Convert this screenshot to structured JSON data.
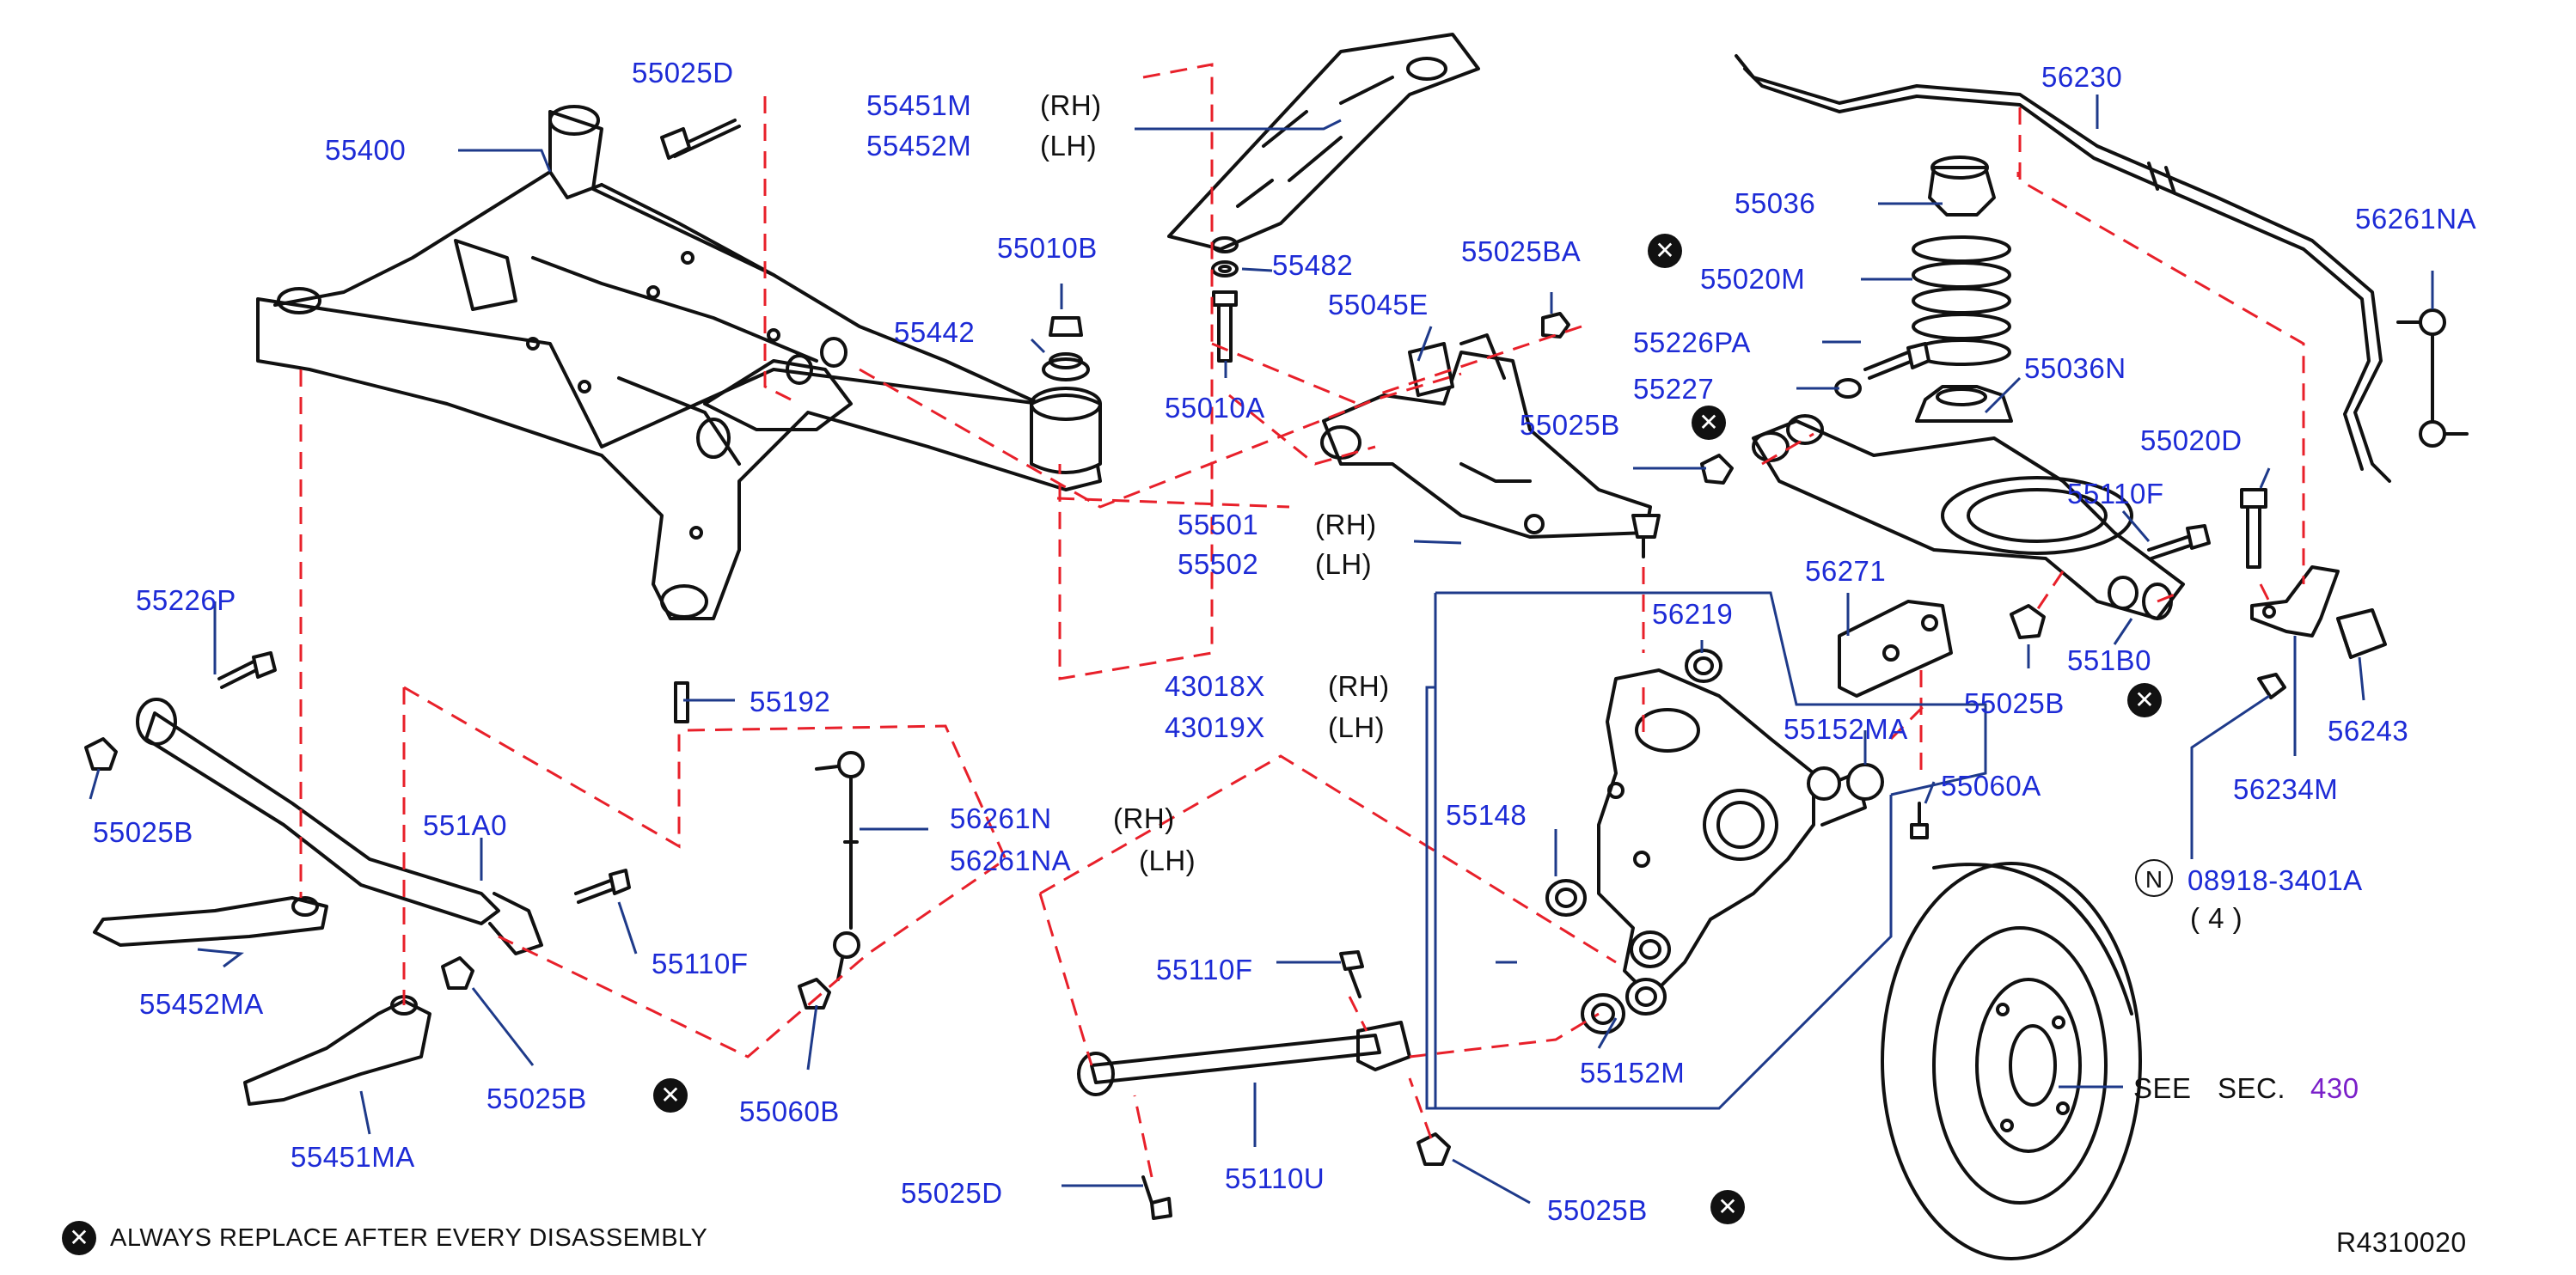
{
  "labels": {
    "p55025D_top": "55025D",
    "p55400": "55400",
    "p55451M": "55451M",
    "p55452M": "55452M",
    "rh1": "(RH)",
    "lh1": "(LH)",
    "p55010B": "55010B",
    "p55482": "55482",
    "p55442": "55442",
    "p55010A": "55010A",
    "p55025BA": "55025BA",
    "p55045E": "55045E",
    "p55230": "56230",
    "p55036": "55036",
    "p55020M": "55020M",
    "p55226PA": "55226PA",
    "p55227": "55227",
    "p55036N": "55036N",
    "p55025B_mid": "55025B",
    "p55501": "55501",
    "p55502": "55502",
    "rh2": "(RH)",
    "lh2": "(LH)",
    "p56261NA_r": "56261NA",
    "p55020D": "55020D",
    "p55110F_r": "55110F",
    "p56271": "56271",
    "p56219": "56219",
    "p55025B_r": "55025B",
    "p551B0": "551B0",
    "p55226P": "55226P",
    "p55192": "55192",
    "p43018X": "43018X",
    "p43019X": "43019X",
    "rh3": "(RH)",
    "lh3": "(LH)",
    "p55152MA": "55152MA",
    "p55060A": "55060A",
    "p56243": "56243",
    "p56234M": "56234M",
    "p55025B_l": "55025B",
    "p551A0": "551A0",
    "p56261N": "56261N",
    "p56261NA": "56261NA",
    "rh4": "(RH)",
    "lh4": "(LH)",
    "p55148": "55148",
    "p08918": "08918-3401A",
    "qty": "( 4 )",
    "p55452MA": "55452MA",
    "p55110F_l": "55110F",
    "p55110F_b": "55110F",
    "p55152M": "55152M",
    "p55025B_bl": "55025B",
    "p55060B": "55060B",
    "p55451MA": "55451MA",
    "p55110U": "55110U",
    "see": "SEE",
    "sec": "SEC.",
    "sec430": "430",
    "p55025D_b": "55025D",
    "p55025B_b": "55025B",
    "legend": "ALWAYS   REPLACE   AFTER   EVERY   DISASSEMBLY",
    "ref": "R4310020",
    "n": "N"
  },
  "colors": {
    "part_number": "#1d2bd6",
    "dashed_line": "#e8202a",
    "leader_line": "#1e3a8a",
    "section_ref": "#7a1fc9",
    "ink": "#111111"
  }
}
